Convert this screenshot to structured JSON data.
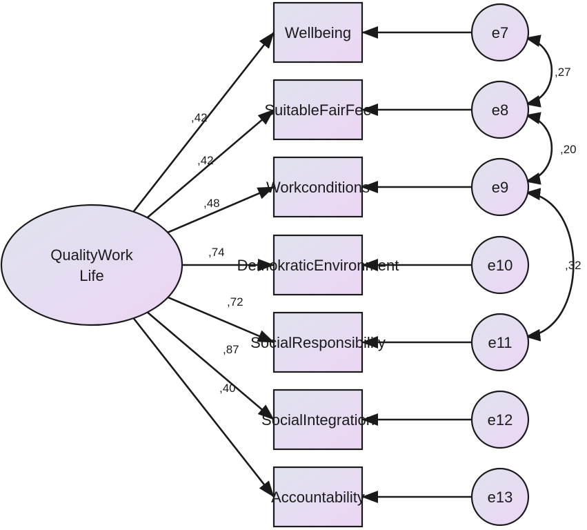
{
  "latent": {
    "label_line1": "QualityWork",
    "label_line2": "Life"
  },
  "indicators": [
    {
      "label": "Wellbeing",
      "loading": ",42",
      "error": "e7"
    },
    {
      "label": "SuitableFairFee",
      "loading": ",42",
      "error": "e8"
    },
    {
      "label": "Workconditions",
      "loading": ",48",
      "error": "e9"
    },
    {
      "label": "DemokraticEnvironment",
      "loading": ",74",
      "error": "e10"
    },
    {
      "label": "SocialResponsibility",
      "loading": ",72",
      "error": "e11"
    },
    {
      "label": "SocialIntegration",
      "loading": ",87",
      "error": "e12"
    },
    {
      "label": "Accountability",
      "loading": ",40",
      "error": "e13"
    }
  ],
  "covariances": [
    {
      "from": "e7",
      "to": "e8",
      "value": ",27"
    },
    {
      "from": "e8",
      "to": "e9",
      "value": ",20"
    },
    {
      "from": "e9",
      "to": "e11",
      "value": ",32"
    }
  ],
  "colors": {
    "fill_start": "#dfe3ee",
    "fill_end": "#ead8f3",
    "stroke": "#1a1a1a"
  }
}
